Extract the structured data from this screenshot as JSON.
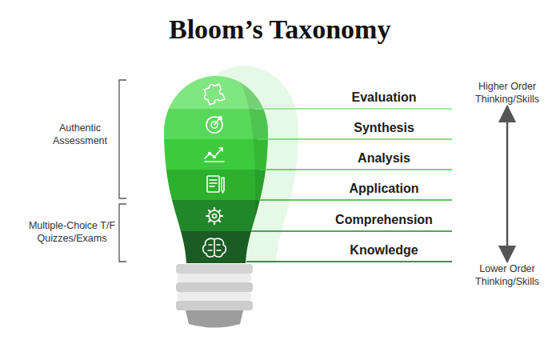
{
  "diagram": {
    "title": "Bloom’s Taxonomy",
    "nodes": [
      {
        "text": [
          "Evaluation"
        ]
      },
      {
        "text": [
          "Synthesis"
        ]
      },
      {
        "text": [
          "Analysis"
        ]
      },
      {
        "text": [
          "Application"
        ]
      },
      {
        "text": [
          "Comprehension"
        ]
      },
      {
        "text": [
          "Knowledge"
        ]
      }
    ],
    "labels": [
      "Authentic Assessment",
      "Multiple-Choice T/F Quizzes/Exams",
      "Higher Order Thinking/Skills",
      "Lower Order Thinking/Skills"
    ]
  }
}
